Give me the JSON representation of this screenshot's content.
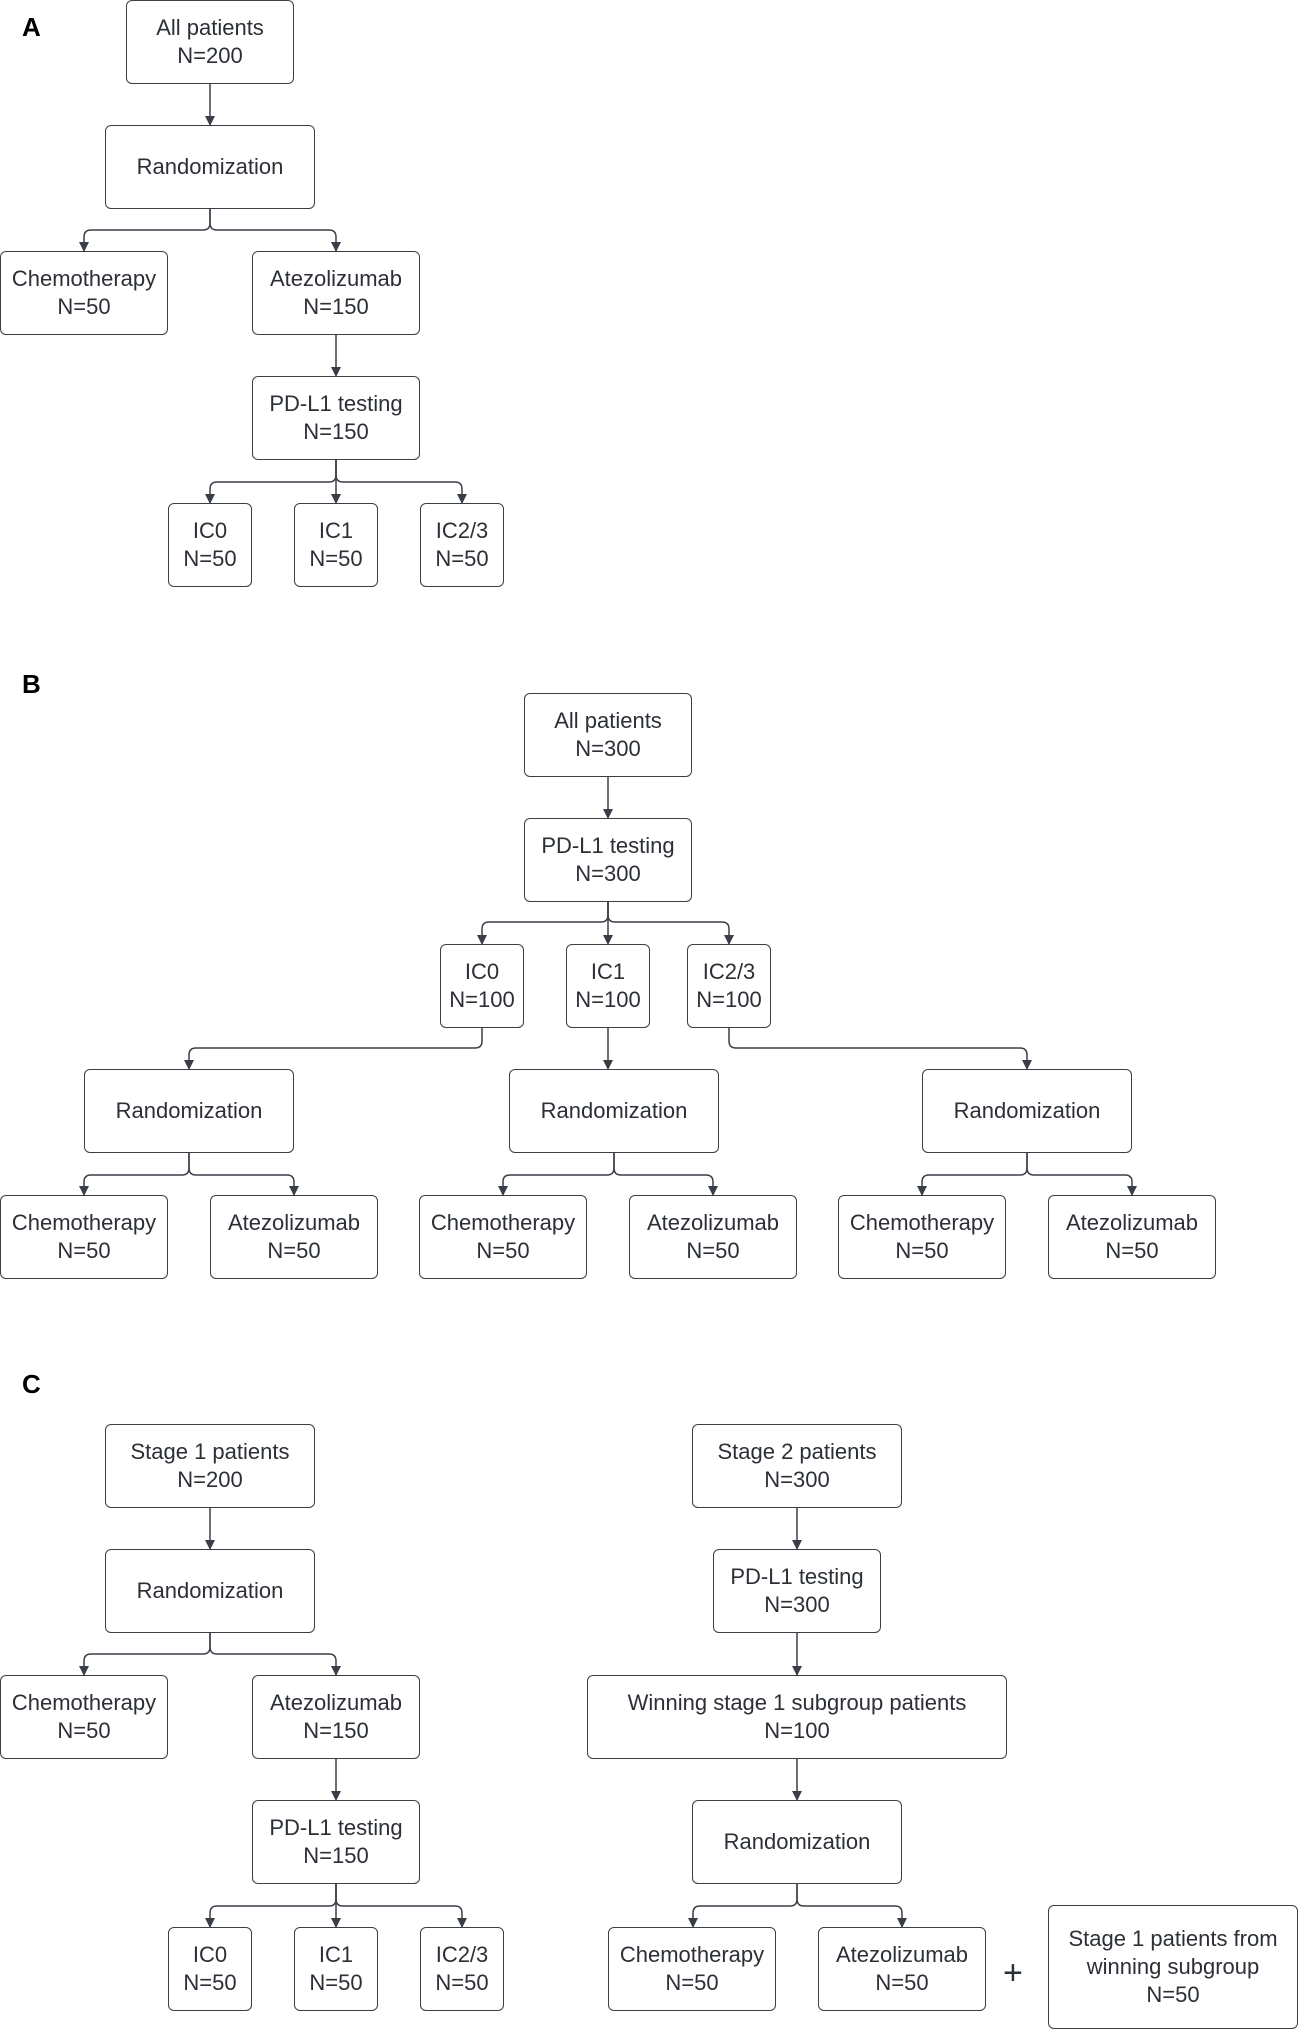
{
  "panels": {
    "a": {
      "label": "A",
      "all_patients": {
        "line1": "All patients",
        "line2": "N=200"
      },
      "randomization": {
        "line1": "Randomization"
      },
      "chemotherapy": {
        "line1": "Chemotherapy",
        "line2": "N=50"
      },
      "atezolizumab": {
        "line1": "Atezolizumab",
        "line2": "N=150"
      },
      "pdl1_testing": {
        "line1": "PD-L1 testing",
        "line2": "N=150"
      },
      "ic0": {
        "line1": "IC0",
        "line2": "N=50"
      },
      "ic1": {
        "line1": "IC1",
        "line2": "N=50"
      },
      "ic23": {
        "line1": "IC2/3",
        "line2": "N=50"
      }
    },
    "b": {
      "label": "B",
      "all_patients": {
        "line1": "All patients",
        "line2": "N=300"
      },
      "pdl1_testing": {
        "line1": "PD-L1 testing",
        "line2": "N=300"
      },
      "ic0": {
        "line1": "IC0",
        "line2": "N=100"
      },
      "ic1": {
        "line1": "IC1",
        "line2": "N=100"
      },
      "ic23": {
        "line1": "IC2/3",
        "line2": "N=100"
      },
      "randomization_1": {
        "line1": "Randomization"
      },
      "randomization_2": {
        "line1": "Randomization"
      },
      "randomization_3": {
        "line1": "Randomization"
      },
      "chemotherapy_1": {
        "line1": "Chemotherapy",
        "line2": "N=50"
      },
      "atezolizumab_1": {
        "line1": "Atezolizumab",
        "line2": "N=50"
      },
      "chemotherapy_2": {
        "line1": "Chemotherapy",
        "line2": "N=50"
      },
      "atezolizumab_2": {
        "line1": "Atezolizumab",
        "line2": "N=50"
      },
      "chemotherapy_3": {
        "line1": "Chemotherapy",
        "line2": "N=50"
      },
      "atezolizumab_3": {
        "line1": "Atezolizumab",
        "line2": "N=50"
      }
    },
    "c": {
      "label": "C",
      "stage1_patients": {
        "line1": "Stage 1 patients",
        "line2": "N=200"
      },
      "randomization_s1": {
        "line1": "Randomization"
      },
      "chemotherapy_s1": {
        "line1": "Chemotherapy",
        "line2": "N=50"
      },
      "atezolizumab_s1": {
        "line1": "Atezolizumab",
        "line2": "N=150"
      },
      "pdl1_testing_s1": {
        "line1": "PD-L1 testing",
        "line2": "N=150"
      },
      "ic0": {
        "line1": "IC0",
        "line2": "N=50"
      },
      "ic1": {
        "line1": "IC1",
        "line2": "N=50"
      },
      "ic23": {
        "line1": "IC2/3",
        "line2": "N=50"
      },
      "stage2_patients": {
        "line1": "Stage 2 patients",
        "line2": "N=300"
      },
      "pdl1_testing_s2": {
        "line1": "PD-L1 testing",
        "line2": "N=300"
      },
      "winning_subgroup": {
        "line1": "Winning stage 1 subgroup patients",
        "line2": "N=100"
      },
      "randomization_s2": {
        "line1": "Randomization"
      },
      "chemotherapy_s2": {
        "line1": "Chemotherapy",
        "line2": "N=50"
      },
      "atezolizumab_s2": {
        "line1": "Atezolizumab",
        "line2": "N=50"
      },
      "plus_sign": "+",
      "stage1_from_winning": {
        "line1": "Stage 1 patients from",
        "line2": "winning subgroup",
        "line3": "N=50"
      }
    }
  },
  "colors": {
    "stroke": "#3a3f47",
    "text": "#2b2f36",
    "label": "#000000"
  }
}
